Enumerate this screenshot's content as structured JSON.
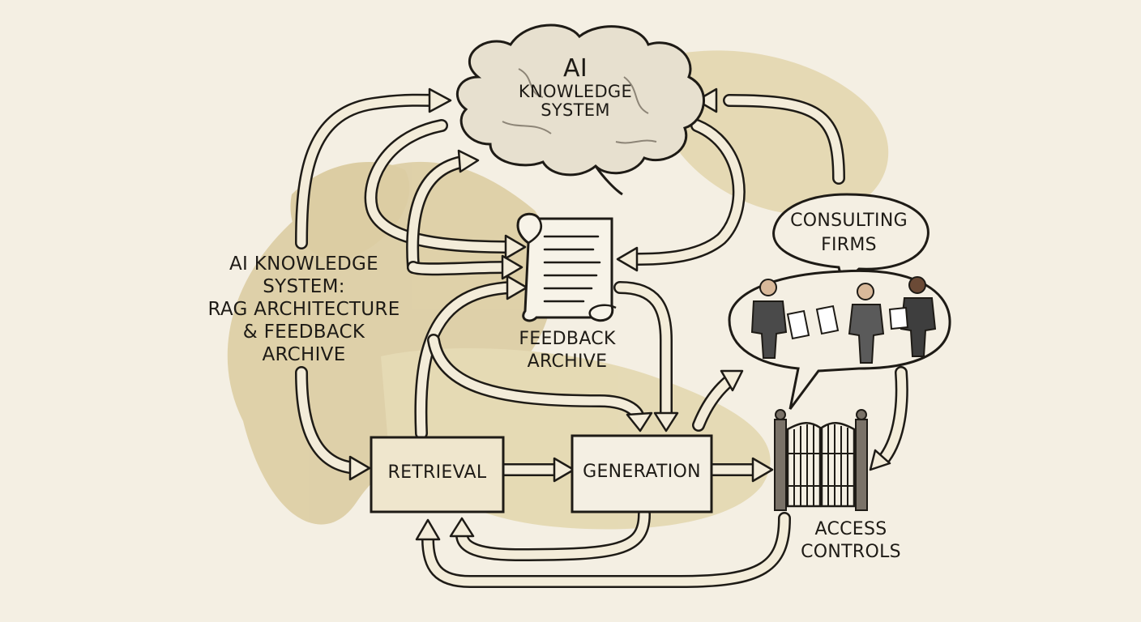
{
  "diagram": {
    "cloud": {
      "line1": "AI",
      "line2": "KNOWLEDGE",
      "line3": "SYSTEM"
    },
    "side_title": {
      "line1": "AI KNOWLEDGE",
      "line2": "SYSTEM:",
      "line3": "RAG ARCHITECTURE",
      "line4": "& FEEDBACK",
      "line5": "ARCHIVE"
    },
    "feedback_archive": {
      "line1": "FEEDBACK",
      "line2": "ARCHIVE"
    },
    "consulting": {
      "line1": "CONSULTING",
      "line2": "FIRMS"
    },
    "retrieval": "RETRIEVAL",
    "generation": "GENERATION",
    "access": {
      "line1": "ACCESS",
      "line2": "CONTROLS"
    },
    "colors": {
      "ink": "#1e1b16",
      "paper": "#f4efe3",
      "wash": "#cdb87a",
      "arrow_fill": "#f3ecd9"
    },
    "icons": [
      "cloud-icon",
      "scroll-icon",
      "speech-bubble-icon",
      "people-icon",
      "gate-icon"
    ]
  }
}
